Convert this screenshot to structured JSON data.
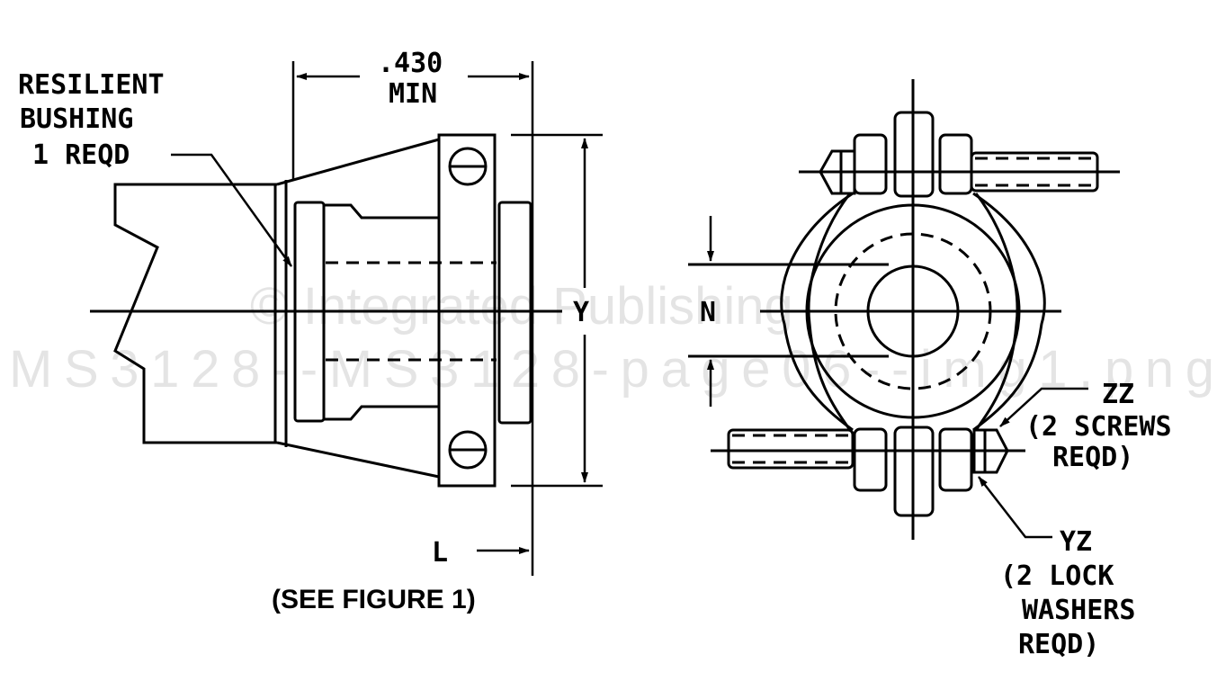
{
  "drawing": {
    "left_view": {
      "bushing_label": [
        "RESILIENT",
        "BUSHING",
        "1 REQD"
      ],
      "dim_min": [
        ".430",
        "MIN"
      ],
      "dim_y": "Y",
      "dim_l": "L",
      "figure_ref": "(SEE FIGURE 1)"
    },
    "right_view": {
      "dim_n": "N",
      "screw_label": [
        "ZZ",
        "(2 SCREWS",
        "REQD)"
      ],
      "washer_label": [
        "YZ",
        "(2 LOCK",
        "WASHERS",
        "REQD)"
      ]
    }
  },
  "watermark": [
    "© Integrated Publishing",
    "MS3128--MS3128-page06--img1.png"
  ]
}
